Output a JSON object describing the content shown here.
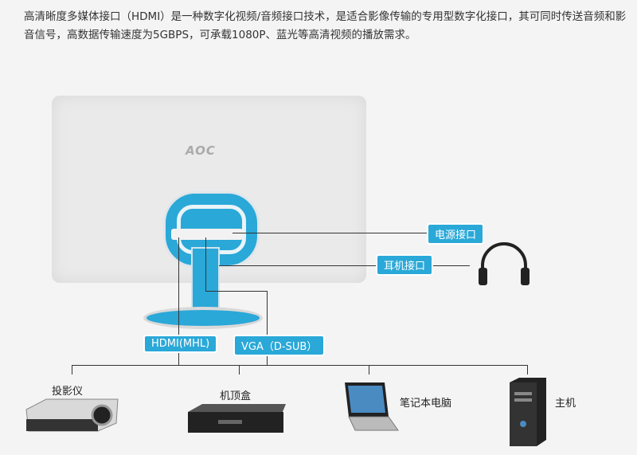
{
  "intro_text": "高清晰度多媒体接口（HDMI）是一种数字化视频/音频接口技术，是适合影像传输的专用型数字化接口，其可同时传送音频和影音信号，高数据传输速度为5GBPS，可承载1080P、蓝光等高清视频的播放需求。",
  "monitor": {
    "brand": "AOC"
  },
  "labels": {
    "power": "电源接口",
    "headphone": "耳机接口",
    "hdmi": "HDMI(MHL)",
    "vga": "VGA（D-SUB）"
  },
  "devices": [
    {
      "label": "投影仪"
    },
    {
      "label": "机顶盒"
    },
    {
      "label": "笔记本电脑"
    },
    {
      "label": "主机"
    }
  ],
  "colors": {
    "accent": "#2aa8d8"
  }
}
